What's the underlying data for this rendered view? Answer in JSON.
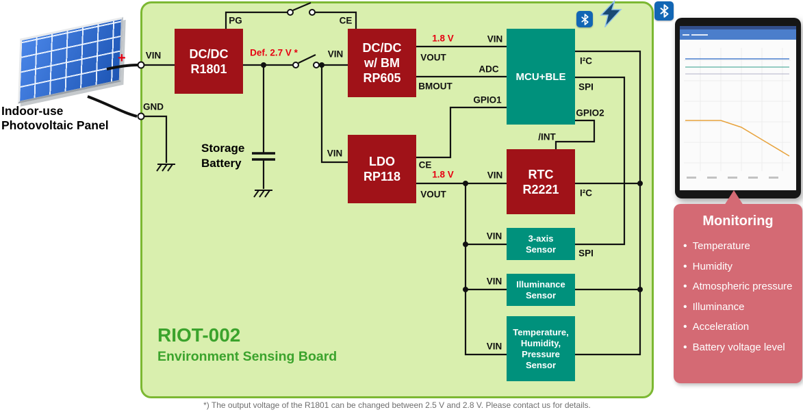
{
  "colors": {
    "board_fill": "#d9efae",
    "board_border": "#7cb832",
    "block_red": "#a01218",
    "block_teal": "#00917c",
    "accent_red": "#e60012",
    "title_green": "#3ba32c",
    "monitoring_pink": "#d46a74",
    "bluetooth_blue": "#1266b4",
    "wire_black": "#111111"
  },
  "icons": {
    "bluetooth": "ᛒ",
    "lightning": "⚡"
  },
  "photovoltaic": {
    "caption": "Indoor-use Photovoltaic Panel",
    "plus_sign": "+"
  },
  "board": {
    "name": "RIOT-002",
    "subtitle": "Environment Sensing Board"
  },
  "blocks": {
    "dcdc_r1801": {
      "lines": [
        "DC/DC",
        "R1801"
      ]
    },
    "dcdc_rp605": {
      "lines": [
        "DC/DC",
        "w/ BM",
        "RP605"
      ]
    },
    "ldo_rp118": {
      "lines": [
        "LDO",
        "RP118"
      ]
    },
    "rtc_r2221": {
      "lines": [
        "RTC",
        "R2221"
      ]
    },
    "mcu_ble": {
      "lines": [
        "MCU+BLE"
      ]
    },
    "sensor_3axis": {
      "lines": [
        "3-axis",
        "Sensor"
      ]
    },
    "sensor_illuminance": {
      "lines": [
        "Illuminance",
        "Sensor"
      ]
    },
    "sensor_thp": {
      "lines": [
        "Temperature,",
        "Humidity,",
        "Pressure",
        "Sensor"
      ]
    }
  },
  "pin_labels": {
    "vin_input": "VIN",
    "gnd": "GND",
    "pg": "PG",
    "def_voltage": "Def. 2.7 V *",
    "storage_battery": "Storage Battery",
    "ce_rp605": "CE",
    "vin_rp605": "VIN",
    "v18_rp605": "1.8 V",
    "vout_rp605": "VOUT",
    "bmout": "BMOUT",
    "vin_mcu": "VIN",
    "adc": "ADC",
    "gpio1": "GPIO1",
    "i2c_mcu": "I²C",
    "spi_mcu": "SPI",
    "gpio2": "GPIO2",
    "int_rtc": "/INT",
    "vin_ldo": "VIN",
    "ce_ldo": "CE",
    "v18_ldo": "1.8 V",
    "vout_ldo": "VOUT",
    "vin_rtc": "VIN",
    "i2c_rtc": "I²C",
    "vin_3axis": "VIN",
    "spi_3axis": "SPI",
    "vin_illuminance": "VIN",
    "vin_thp": "VIN"
  },
  "monitoring": {
    "title": "Monitoring",
    "items": [
      "Temperature",
      "Humidity",
      "Atmospheric pressure",
      "Illuminance",
      "Acceleration",
      "Battery voltage level"
    ]
  },
  "footnote": "*) The output voltage of the R1801 can be changed between 2.5 V and 2.8 V. Please contact us for details."
}
